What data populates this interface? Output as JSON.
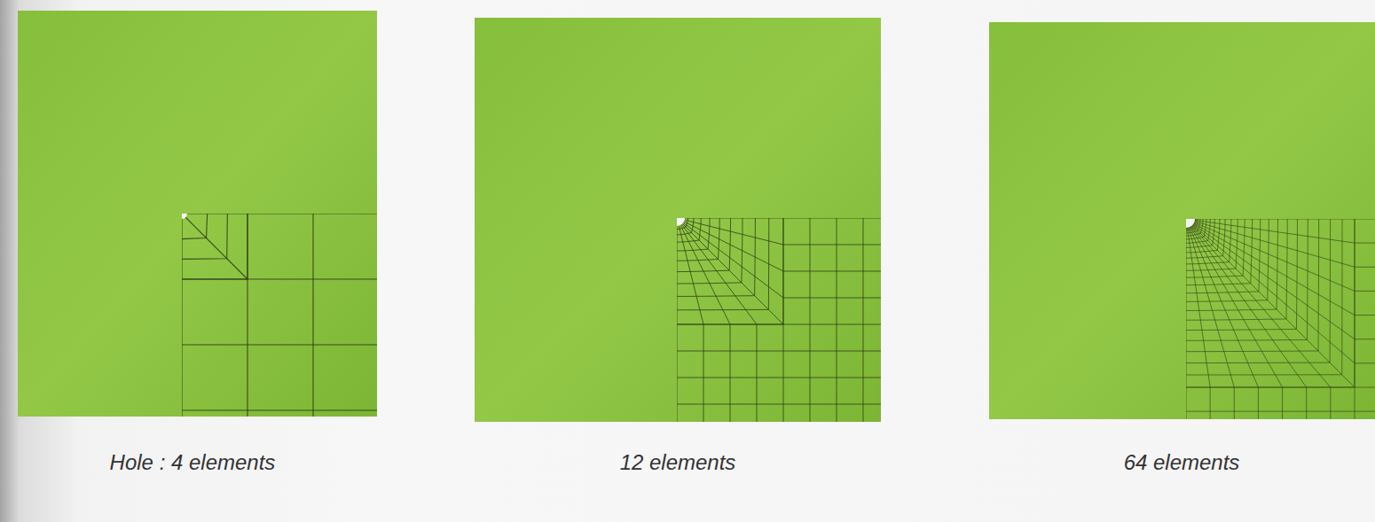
{
  "diagram": {
    "labels": [
      "Hole : 4 elements",
      "12 elements",
      "64 elements"
    ]
  }
}
